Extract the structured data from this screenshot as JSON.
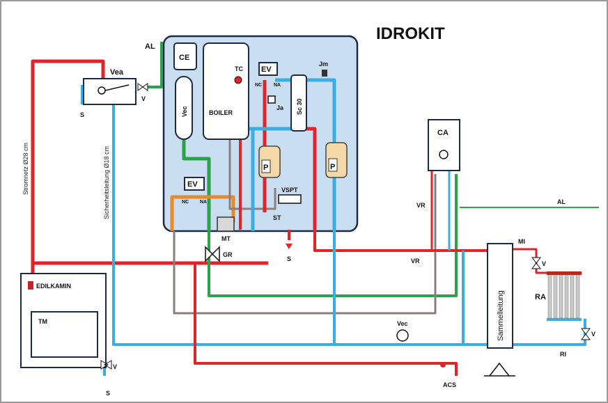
{
  "title": "IDROKIT",
  "colors": {
    "hot": "#e0242a",
    "cold": "#3aaee0",
    "green": "#2aa34a",
    "orange": "#e8892a",
    "grey": "#8a7f7f",
    "box": "#c9def0"
  },
  "labels": {
    "ce": "CE",
    "vec_tank": "Vec",
    "boiler": "BOILER",
    "tc": "TC",
    "ev_top": "EV",
    "nc_top": "NC",
    "na_top": "NA",
    "jm": "Jm",
    "sc30": "Sc 30",
    "ja": "Ja",
    "p_left": "P",
    "p_right": "P",
    "vspt": "VSPT",
    "ev_bottom": "EV",
    "nc_bottom": "NC",
    "na_bottom": "NA",
    "mt": "MT",
    "st": "ST",
    "gr": "GR",
    "s_center": "S",
    "al_top": "AL",
    "vea": "Vea",
    "v_top": "V",
    "s_top": "S",
    "stromnetz": "Stromnetz Ø28 cm",
    "sicherheitsleitung": "Sicherheitsleitung Ø18 cm",
    "brand": "EDILKAMIN",
    "tm": "TM",
    "v_bottom": "V",
    "s_bottom": "S",
    "ca": "CA",
    "vr_upper": "VR",
    "vr_lower": "VR",
    "al_right": "AL",
    "mi": "MI",
    "v_ra_top": "V",
    "ra": "RA",
    "v_ra_bottom": "V",
    "ri": "RI",
    "sammelleitung": "Sammelleitung",
    "vec_exp": "Vec",
    "acs": "ACS"
  }
}
